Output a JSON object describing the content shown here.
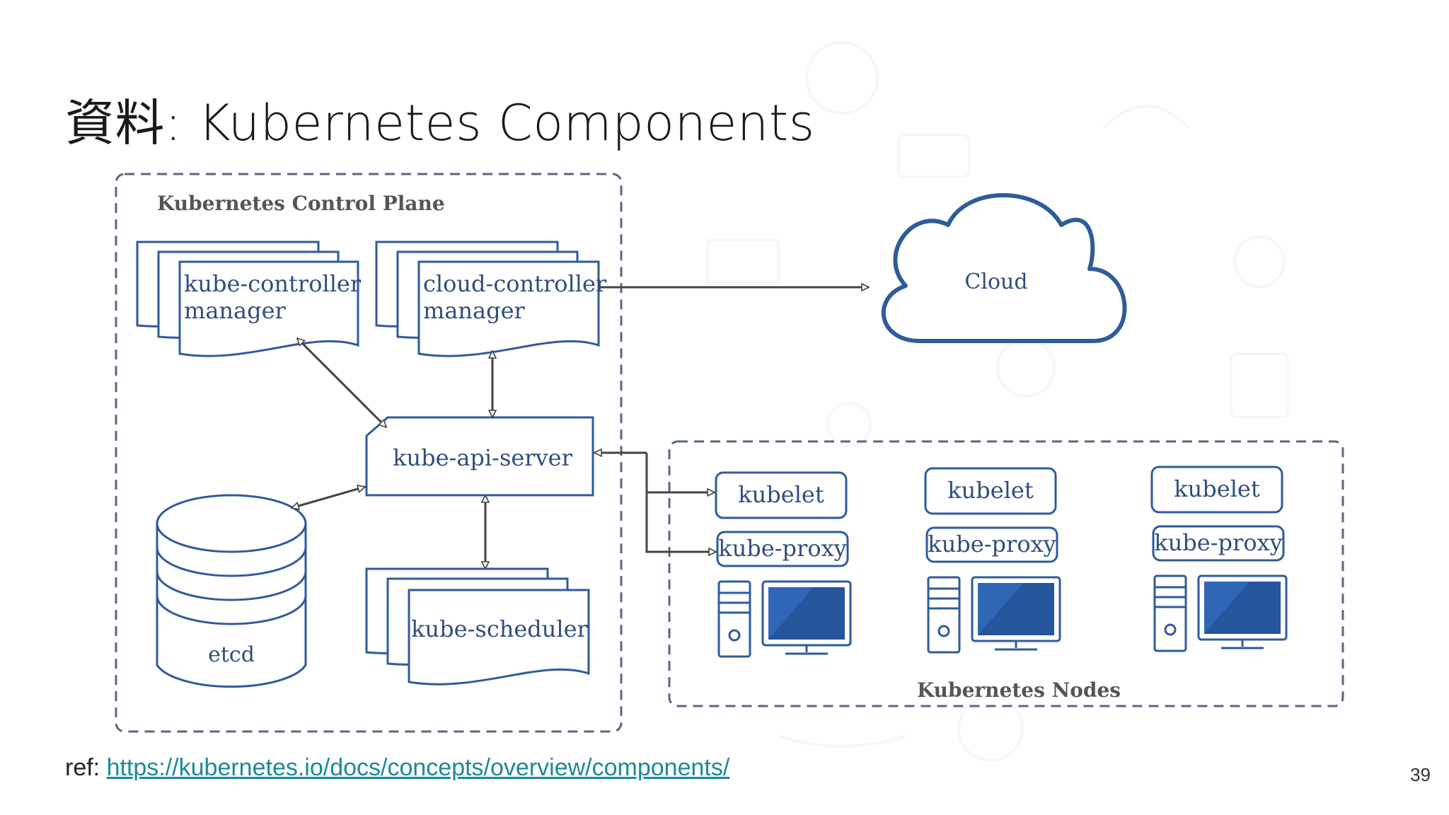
{
  "slide": {
    "title": "資料: Kubernetes Components",
    "ref_prefix": "ref: ",
    "ref_link": "https://kubernetes.io/docs/concepts/overview/components/",
    "page_number": "39"
  },
  "diagram": {
    "control_plane_label": "Kubernetes Control Plane",
    "nodes_label": "Kubernetes Nodes",
    "components": {
      "kcm_line1": "kube-controller",
      "kcm_line2": "manager",
      "ccm_line1": "cloud-controller",
      "ccm_line2": "manager",
      "api_server": "kube-api-server",
      "etcd": "etcd",
      "scheduler": "kube-scheduler",
      "cloud": "Cloud"
    },
    "nodes": [
      {
        "kubelet": "kubelet",
        "proxy": "kube-proxy"
      },
      {
        "kubelet": "kubelet",
        "proxy": "kube-proxy"
      },
      {
        "kubelet": "kubelet",
        "proxy": "kube-proxy"
      }
    ],
    "colors": {
      "outline": "#2f5b9b",
      "dash": "#5a6780",
      "arrow": "#555555",
      "monitor_screen": "#2f67b6"
    }
  }
}
